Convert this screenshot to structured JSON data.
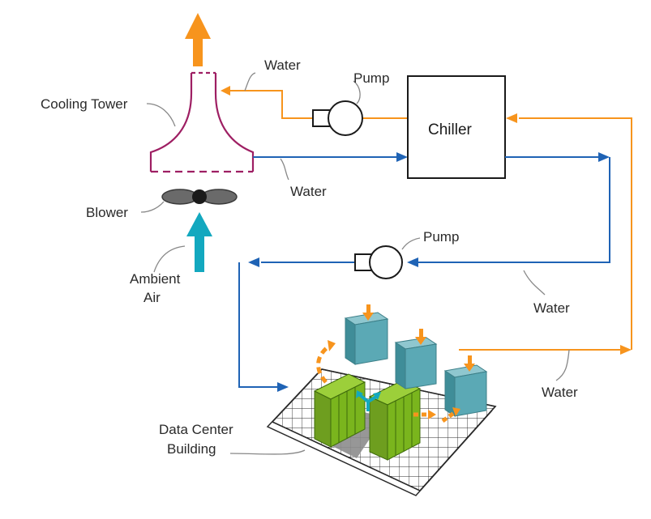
{
  "diagram": {
    "labels": {
      "cooling_tower": "Cooling Tower",
      "blower": "Blower",
      "ambient_air_line1": "Ambient",
      "ambient_air_line2": "Air",
      "chiller": "Chiller",
      "pump_top": "Pump",
      "pump_middle": "Pump",
      "water_top": "Water",
      "water_tower_return": "Water",
      "water_right": "Water",
      "water_bottom": "Water",
      "data_center_line1": "Data Center",
      "data_center_line2": "Building"
    },
    "colors": {
      "hot_water": "#f7941d",
      "cold_water": "#1f63b5",
      "tower_outline": "#9e1f63",
      "ambient_air": "#13a8bf",
      "crac_unit": "#5ba9b5",
      "server_rack": "#7ab51d",
      "outline": "#1a1a1a",
      "leader_line": "#888888"
    }
  }
}
